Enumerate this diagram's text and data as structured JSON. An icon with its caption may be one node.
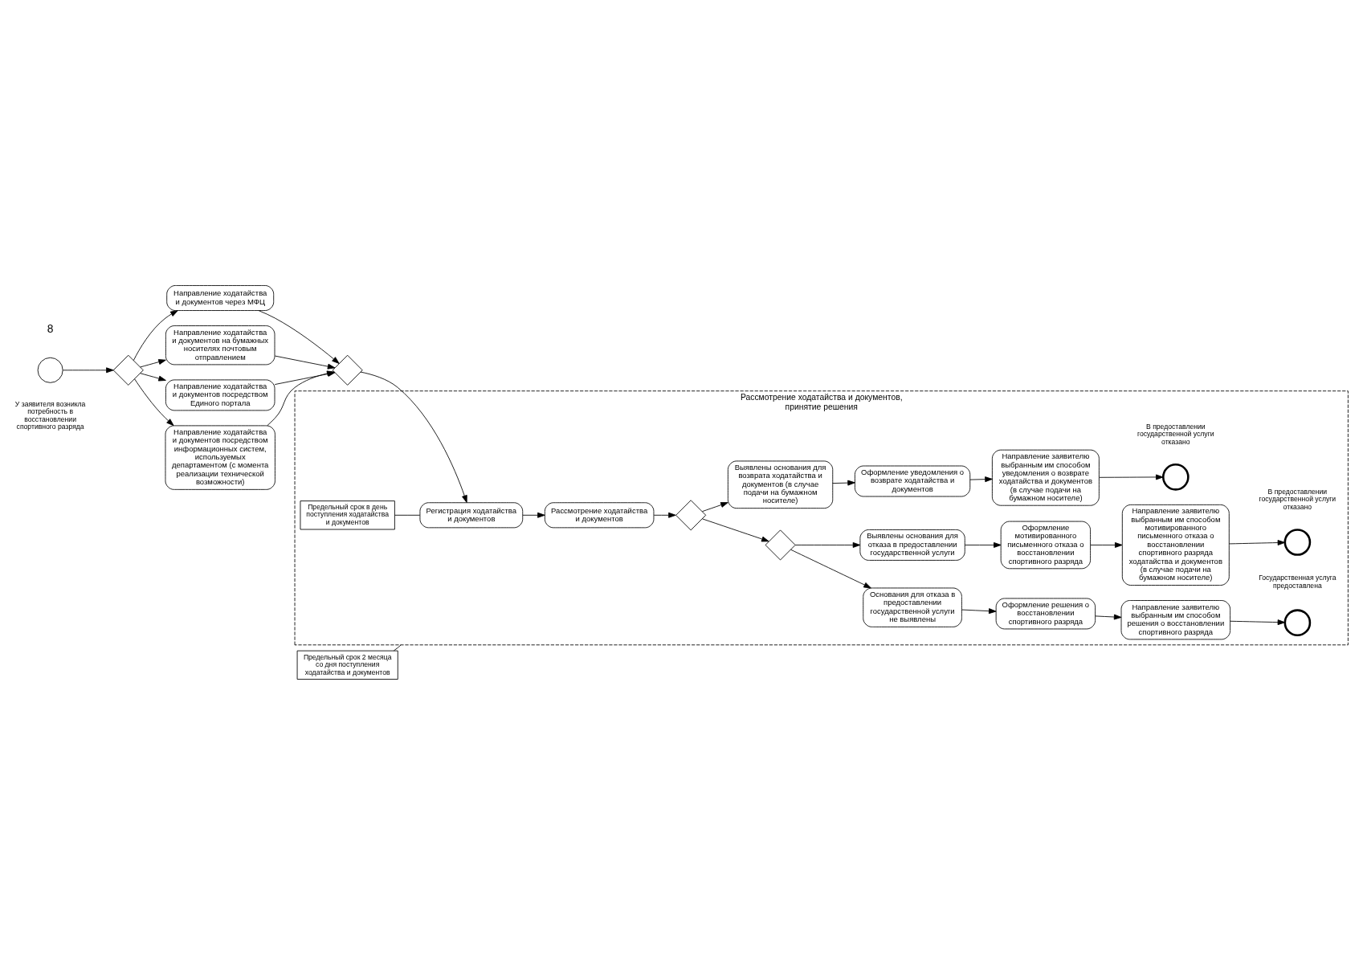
{
  "diagram": {
    "nodes": [
      {
        "text": [],
        "shape": "circle",
        "beside": [
          "У заявителя возникла потребность в восстановлении спортивного разряда"
        ]
      },
      {
        "text": [],
        "shape": "diamond"
      },
      {
        "text": [
          "Направление ходатайства и документов через МФЦ"
        ]
      },
      {
        "text": [
          "Направление ходатайства и документов на бумажных носителях почтовым отправлением"
        ]
      },
      {
        "text": [
          "Направление ходатайства и документов посредством Единого портала"
        ]
      },
      {
        "text": [
          "Направление ходатайства и документов посредством информационных систем, используемых департаментом (с момента реализации технической возможности)"
        ]
      },
      {
        "text": [],
        "shape": "diamond"
      },
      {
        "text": [
          "Рассмотрение ходатайства и документов, принятие решения"
        ]
      },
      {
        "text": [
          "Регистрация ходатайства и документов"
        ],
        "in": 7
      },
      {
        "text": [
          "Рассмотрение ходатайства и документов"
        ],
        "in": 7
      },
      {
        "text": [],
        "shape": "diamond",
        "in": 7
      },
      {
        "text": [],
        "shape": "diamond",
        "in": 7
      },
      {
        "text": [
          "Основания для отказа в предоставлении государственной услуги не выявлены"
        ],
        "in": 7
      },
      {
        "text": [
          "Оформление решения о восстановлении спортивного разряда"
        ],
        "in": 7
      },
      {
        "text": [
          "Направление заявителю выбранным им способом решения о восстановлении спортивного разряда"
        ],
        "in": 7
      },
      {
        "text": [],
        "shape": "circle",
        "in": 7,
        "beside": [
          "Государственная услуга предоставлена"
        ]
      },
      {
        "text": [
          "Выявлены основания для отказа в предоставлении государственной услуги"
        ],
        "in": 7
      },
      {
        "text": [
          "Оформление мотивированного письменного отказа о восстановлении спортивного разряда"
        ],
        "in": 7
      },
      {
        "text": [
          "Направление заявителю выбранным им способом мотивированного письменного отказа о восстановлении спортивного разряда ходатайства и документов (в случае подачи на бумажном носителе)"
        ],
        "in": 7
      },
      {
        "text": [],
        "shape": "circle",
        "in": 7,
        "beside": [
          "В предоставлении государственной услуги отказано"
        ]
      },
      {
        "text": [
          "Выявлены основания для возврата ходатайства и документов (в случае подачи на бумажном носителе)"
        ],
        "in": 7
      },
      {
        "text": [
          "Оформление уведомления о возврате ходатайства и документов"
        ],
        "in": 7
      },
      {
        "text": [
          "Направление заявителю выбранным им способом уведомления о возврате ходатайства и документов (в случае подачи на бумажном носителе)"
        ],
        "in": 7
      },
      {
        "text": [],
        "shape": "circle",
        "in": 7,
        "beside": [
          "В предоставлении государственной услуги отказано"
        ]
      },
      {
        "text": [
          "Предельный срок в день поступления ходатайства и документов"
        ],
        "in": 7
      },
      {
        "text": [
          "Предельный срок 2 месяца со дня поступления ходатайства и документов"
        ]
      }
    ],
    "edges": [
      {
        "from": 0,
        "to": 1,
        "arrow": "to"
      },
      {
        "from": 1,
        "to": 2,
        "arrow": "to"
      },
      {
        "from": 1,
        "to": 3,
        "arrow": "to"
      },
      {
        "from": 1,
        "to": 4,
        "arrow": "to"
      },
      {
        "from": 1,
        "to": 5,
        "arrow": "to"
      },
      {
        "from": 2,
        "to": 6,
        "arrow": "to"
      },
      {
        "from": 3,
        "to": 6,
        "arrow": "to"
      },
      {
        "from": 4,
        "to": 6,
        "arrow": "to"
      },
      {
        "from": 5,
        "to": 6,
        "arrow": "to"
      },
      {
        "from": 6,
        "to": 8,
        "arrow": "to"
      },
      {
        "from": 8,
        "to": 9,
        "arrow": "to"
      },
      {
        "from": 9,
        "to": 10,
        "arrow": "to"
      },
      {
        "from": 10,
        "to": 11,
        "arrow": "to"
      },
      {
        "from": 10,
        "to": 20,
        "arrow": "to"
      },
      {
        "from": 11,
        "to": 12,
        "arrow": "to"
      },
      {
        "from": 11,
        "to": 16,
        "arrow": "to"
      },
      {
        "from": 12,
        "to": 13,
        "arrow": "to"
      },
      {
        "from": 13,
        "to": 14,
        "arrow": "to"
      },
      {
        "from": 14,
        "to": 15,
        "arrow": "to"
      },
      {
        "from": 16,
        "to": 17,
        "arrow": "to"
      },
      {
        "from": 17,
        "to": 18,
        "arrow": "to"
      },
      {
        "from": 18,
        "to": 19,
        "arrow": "to"
      },
      {
        "from": 20,
        "to": 21,
        "arrow": "to"
      },
      {
        "from": 21,
        "to": 22,
        "arrow": "to"
      },
      {
        "from": 22,
        "to": 23,
        "arrow": "to"
      },
      {
        "from": 24,
        "to": 8,
        "arrow": "none"
      },
      {
        "from": 25,
        "to": 7,
        "arrow": "none"
      }
    ],
    "labels": [
      "8"
    ]
  }
}
